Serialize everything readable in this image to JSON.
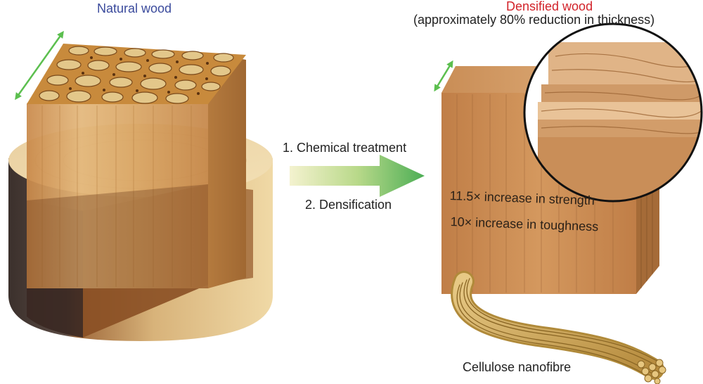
{
  "labels": {
    "natural_title": "Natural wood",
    "densified_title": "Densified wood",
    "densified_subtitle": "(approximately 80% reduction in thickness)",
    "step_1": "1. Chemical treatment",
    "step_2": "2. Densification",
    "strength": "11.5× increase in strength",
    "toughness": "10× increase in toughness",
    "nanofibre": "Cellulose nanofibre"
  },
  "colors": {
    "natural_title": "#3a4a9c",
    "densified_title": "#d2232a",
    "arrow_start": "#f1f0c8",
    "arrow_end": "#4caf50",
    "dimension_arrow": "#5cbf4f",
    "wood_light": "#e8c98e",
    "wood_mid": "#c98f52",
    "wood_dark": "#5a3a2a"
  }
}
